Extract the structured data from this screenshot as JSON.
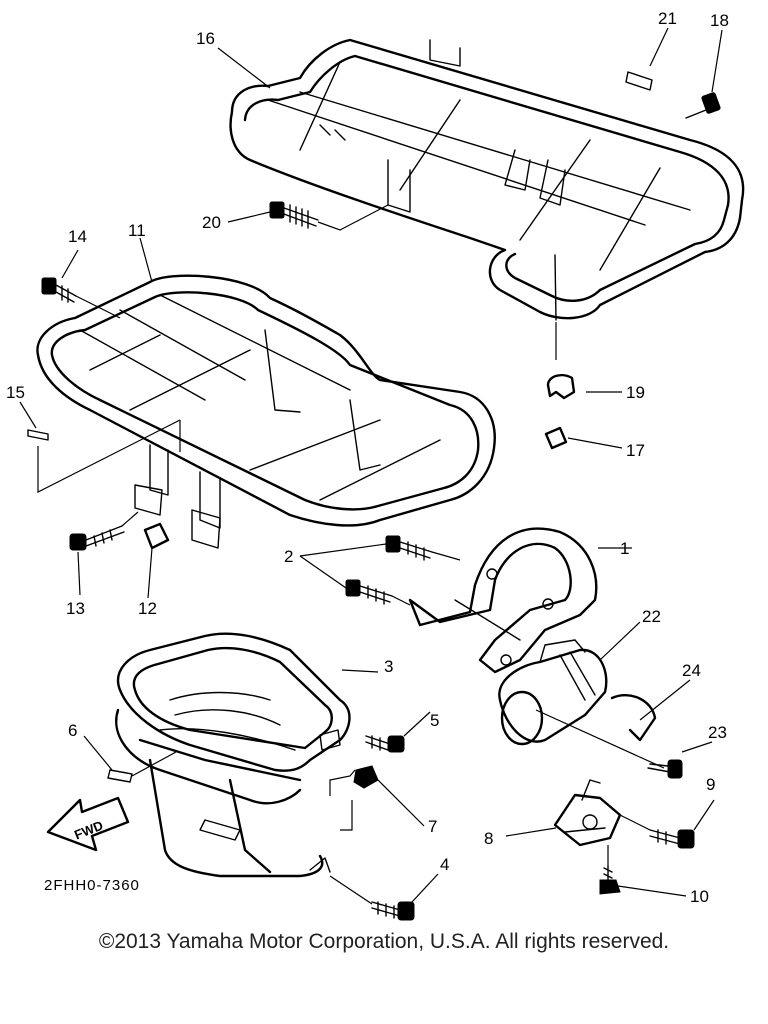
{
  "diagram": {
    "drawing_code": "2FHH0-7360",
    "fwd_label": "FWD",
    "copyright": "©2013 Yamaha Motor Corporation, U.S.A. All rights reserved.",
    "callouts": [
      {
        "id": "c1",
        "label": "1"
      },
      {
        "id": "c2",
        "label": "2"
      },
      {
        "id": "c3",
        "label": "3"
      },
      {
        "id": "c4",
        "label": "4"
      },
      {
        "id": "c5",
        "label": "5"
      },
      {
        "id": "c6",
        "label": "6"
      },
      {
        "id": "c7",
        "label": "7"
      },
      {
        "id": "c8",
        "label": "8"
      },
      {
        "id": "c9",
        "label": "9"
      },
      {
        "id": "c10",
        "label": "10"
      },
      {
        "id": "c11",
        "label": "11"
      },
      {
        "id": "c12",
        "label": "12"
      },
      {
        "id": "c13",
        "label": "13"
      },
      {
        "id": "c14",
        "label": "14"
      },
      {
        "id": "c15",
        "label": "15"
      },
      {
        "id": "c16",
        "label": "16"
      },
      {
        "id": "c17",
        "label": "17"
      },
      {
        "id": "c18",
        "label": "18"
      },
      {
        "id": "c19",
        "label": "19"
      },
      {
        "id": "c20",
        "label": "20"
      },
      {
        "id": "c21",
        "label": "21"
      },
      {
        "id": "c22",
        "label": "22"
      },
      {
        "id": "c23",
        "label": "23"
      },
      {
        "id": "c24",
        "label": "24"
      }
    ]
  }
}
